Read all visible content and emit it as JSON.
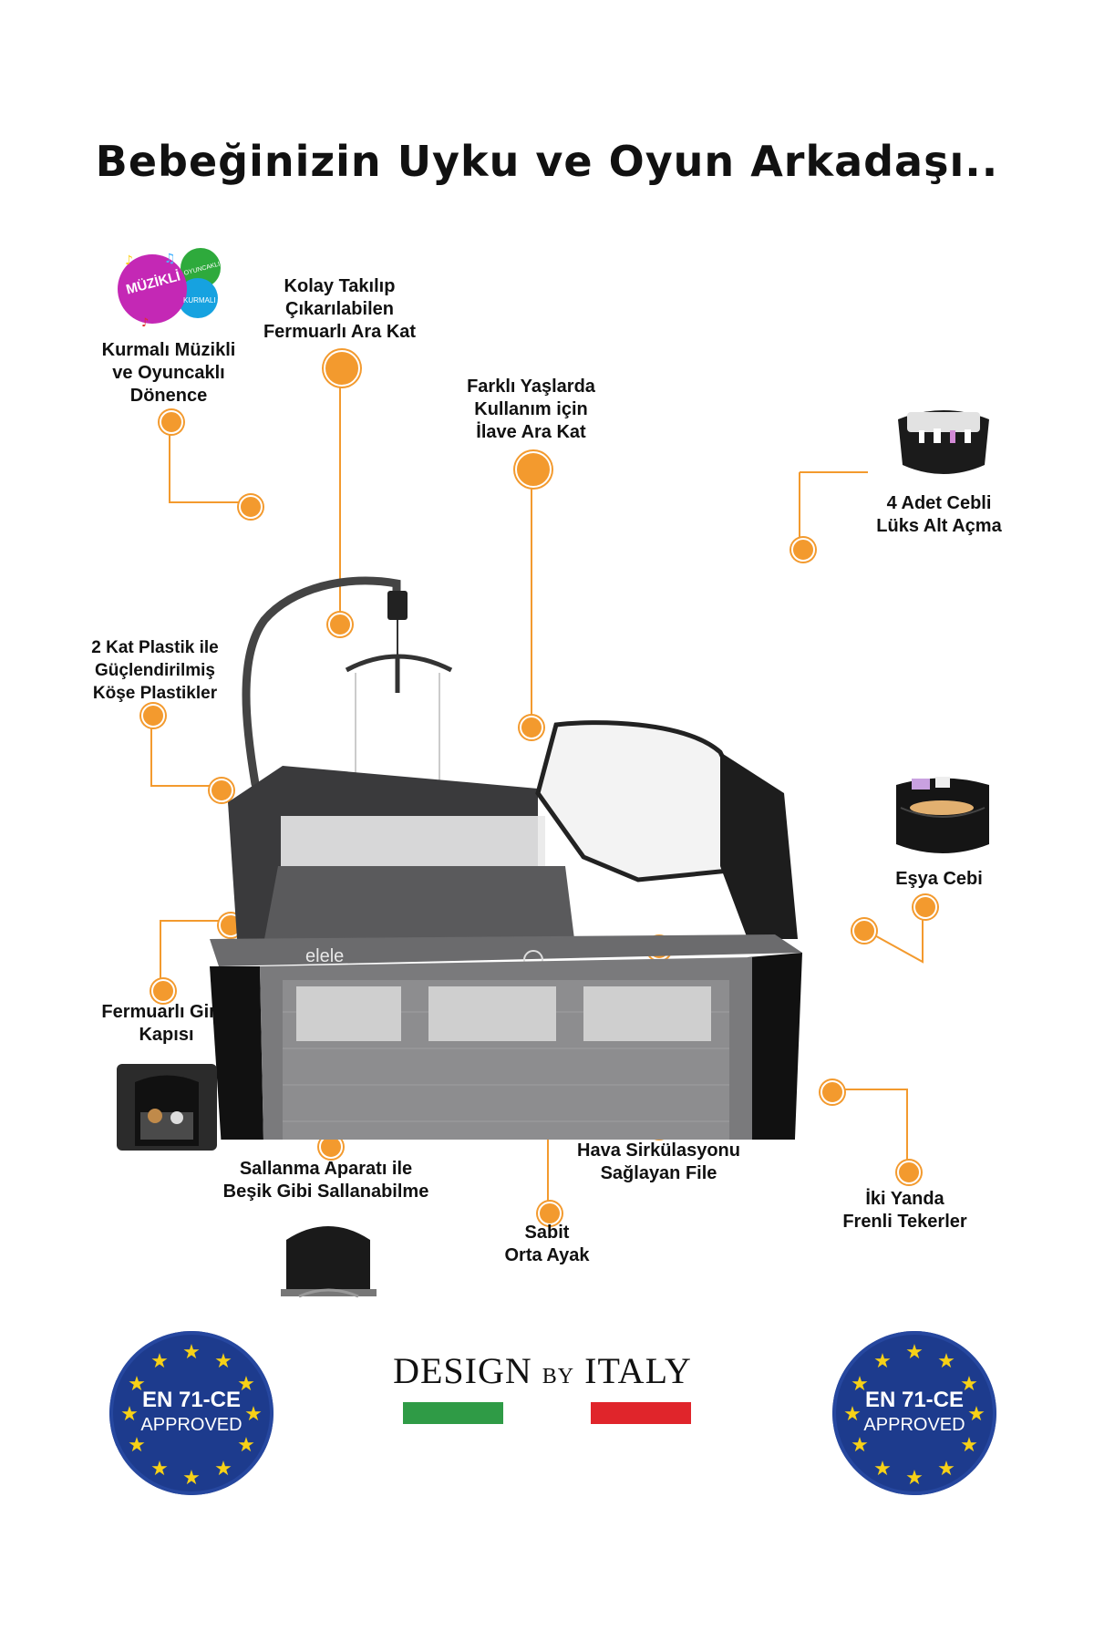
{
  "title": "Bebeğinizin Uyku ve Oyun Arkadaşı..",
  "brand": "elele",
  "features": {
    "mobile": "Kurmalı Müzikli\nve Oyuncaklı\nDönence",
    "zipper_layer": "Kolay Takılıp\nÇıkarılabilen\nFermuarlı Ara Kat",
    "extra_layer": "Farklı Yaşlarda\nKullanım için\nİlave Ara Kat",
    "changer": "4 Adet Cebli\nLüks Alt Açma",
    "corners": "2 Kat Plastik ile\nGüçlendirilmiş\nKöşe Plastikler",
    "pocket": "Eşya Cebi",
    "door": "Fermuarlı Giriş\nKapısı",
    "rocking": "Sallanma Aparatı ile\nBeşik Gibi Sallanabilme",
    "center_leg": "Sabit\nOrta Ayak",
    "mesh": "Hava Sirkülasyonu\nSağlayan File",
    "wheels": "İki Yanda\nFrenli Tekerler"
  },
  "icon_badge": {
    "muzikli": "MÜZİKLİ",
    "oyuncakli": "OYUNCAKLI",
    "kurmali": "KURMALI"
  },
  "certification": {
    "line1": "EN 71-CE",
    "line2": "APPROVED"
  },
  "design": {
    "left": "DESIGN",
    "by": "BY",
    "right": "ITALY"
  },
  "colors": {
    "accent": "#f39a2e",
    "badge_blue": "#1d3b8d",
    "star_yellow": "#f7d117",
    "italy_green": "#2f9b46",
    "italy_red": "#e0252b"
  }
}
